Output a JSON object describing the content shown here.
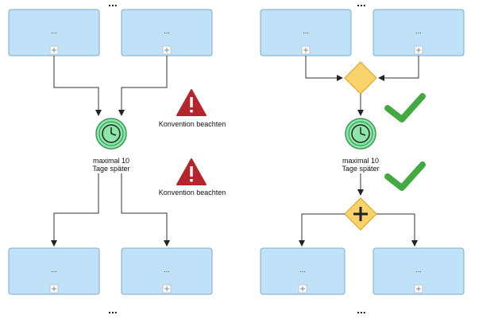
{
  "diagram": {
    "ellipsis": "...",
    "task_label": "...",
    "timer_caption": [
      "maximal 10",
      "Tage später"
    ],
    "warning_text": "Konvention beachten",
    "colors": {
      "task_fill": "#bfe2f8",
      "task_stroke": "#7fa9c8",
      "timer_fill": "#8ee6a8",
      "timer_stroke": "#3a9a5a",
      "gateway_fill": "#f8d26a",
      "gateway_stroke": "#d9a830",
      "warning": "#b3262d",
      "check": "#44a843"
    },
    "icons": {
      "timer": "clock-icon",
      "warning": "warning-triangle-icon",
      "check": "checkmark-icon",
      "gateway_exclusive": "diamond-gateway",
      "gateway_parallel": "plus-gateway"
    }
  }
}
